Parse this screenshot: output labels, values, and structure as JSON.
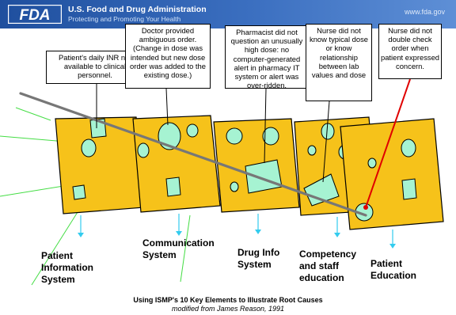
{
  "header": {
    "agency_name": "U.S. Food and Drug Administration",
    "tagline": "Protecting and Promoting Your Health",
    "url": "www.fda.gov",
    "logo": "FDA logo",
    "colors": {
      "banner": "#2b5bab",
      "layer": "#f6c21a",
      "hole": "#a6f3d2",
      "trajectory": "#777777",
      "alert_line": "#e00000",
      "arrow": "#33ccee"
    }
  },
  "callouts": [
    {
      "text": "Patient's daily INR not available to clinical personnel."
    },
    {
      "text": "Doctor provided ambiguous order. (Change in dose was intended but new dose order was added to the existing dose.)"
    },
    {
      "text": "Pharmacist did not question an unusually high dose: no computer-generated alert in pharmacy IT system or alert was over-ridden."
    },
    {
      "text": "Nurse did not know typical dose or know relationship between lab values and dose"
    },
    {
      "text": "Nurse did not double check order when patient expressed concern."
    }
  ],
  "layers": [
    {
      "label": "Patient\nInformation\nSystem"
    },
    {
      "label": "Communication\nSystem"
    },
    {
      "label": "Drug Info\nSystem"
    },
    {
      "label": "Competency\nand staff\neducation"
    },
    {
      "label": "Patient\nEducation"
    }
  ],
  "caption": {
    "main": "Using ISMP's 10 Key Elements to Illustrate  Root Causes",
    "sub": "modified from James Reason, 1991"
  }
}
